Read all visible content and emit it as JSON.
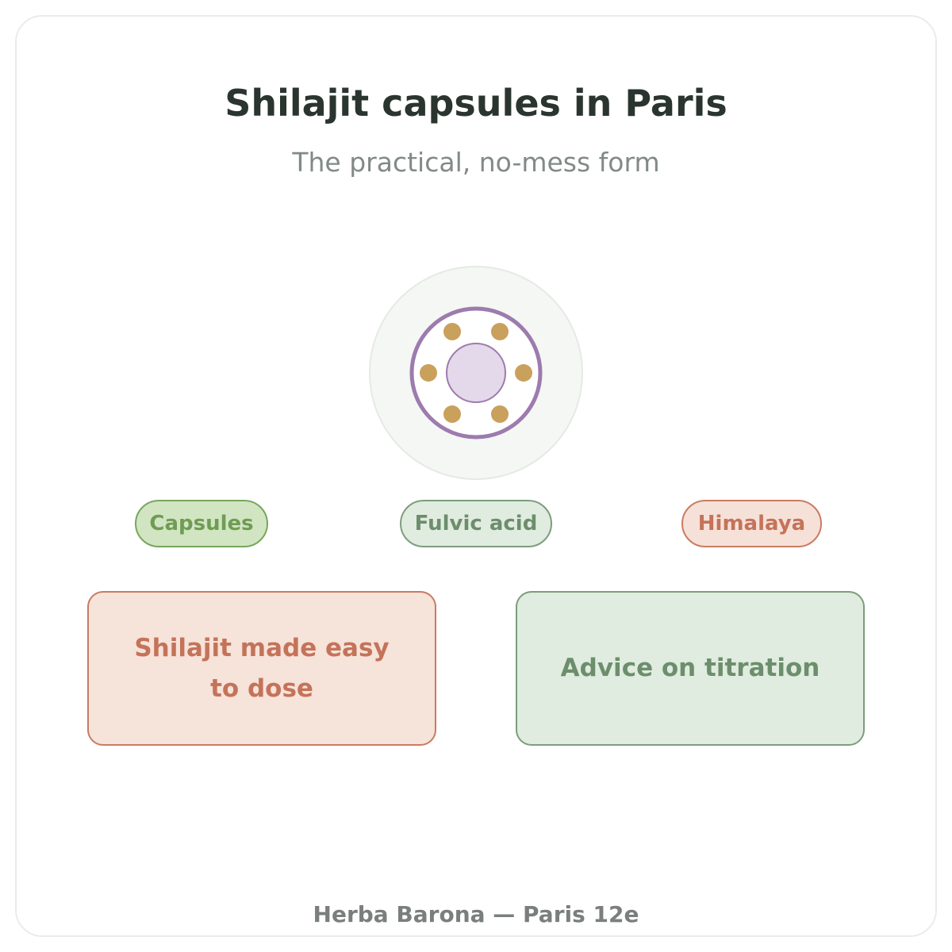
{
  "header": {
    "title": "Shilajit capsules in Paris",
    "subtitle": "The practical, no-mess form"
  },
  "emblem": {
    "icon": "capsule-emblem-icon",
    "colors": {
      "disc": "#f4f7f3",
      "ring": "#9d7bae",
      "core": "#e4d9ea",
      "dots": "#c9a05c"
    }
  },
  "tags": [
    {
      "label": "Capsules",
      "color": "#78a65d"
    },
    {
      "label": "Fulvic acid",
      "color": "#7d9c7e"
    },
    {
      "label": "Himalaya",
      "color": "#c97b62"
    }
  ],
  "features": [
    {
      "text": "Shilajit made easy to dose",
      "color": "#c97b62"
    },
    {
      "text": "Advice on titration",
      "color": "#7d9c7e"
    }
  ],
  "footer": {
    "text": "Herba Barona — Paris 12e"
  }
}
